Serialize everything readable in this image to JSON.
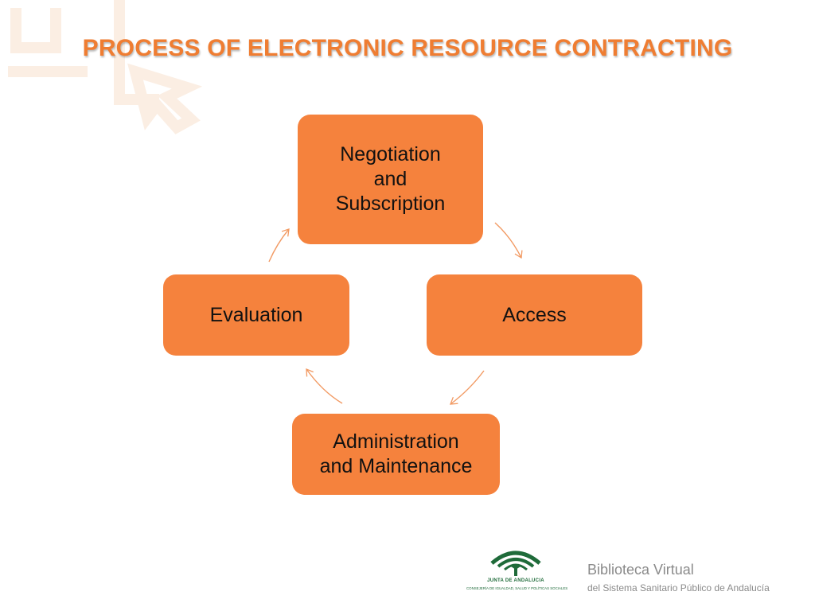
{
  "slide": {
    "title": "PROCESS OF ELECTRONIC RESOURCE CONTRACTING"
  },
  "diagram": {
    "type": "cycle",
    "nodes": [
      {
        "id": "negotiation",
        "label": "Negotiation\nand\nSubscription"
      },
      {
        "id": "access",
        "label": "Access"
      },
      {
        "id": "administration",
        "label": "Administration\nand Maintenance"
      },
      {
        "id": "evaluation",
        "label": "Evaluation"
      }
    ],
    "edges": [
      {
        "from": "negotiation",
        "to": "access"
      },
      {
        "from": "access",
        "to": "administration"
      },
      {
        "from": "administration",
        "to": "evaluation"
      },
      {
        "from": "evaluation",
        "to": "negotiation"
      }
    ]
  },
  "footer": {
    "logo_line1": "JUNTA DE ANDALUCIA",
    "logo_line2": "CONSEJERÍA DE IGUALDAD, SALUD Y POLÍTICAS SOCIALES",
    "brand_title": "Biblioteca Virtual",
    "brand_subtitle": "del Sistema Sanitario Público de Andalucía"
  },
  "colors": {
    "accent": "#ef7d32",
    "node_fill": "#f5823d",
    "arrow": "#f29a63",
    "logo_green": "#1f6b3a",
    "brand_gray": "#8a8a8a"
  }
}
